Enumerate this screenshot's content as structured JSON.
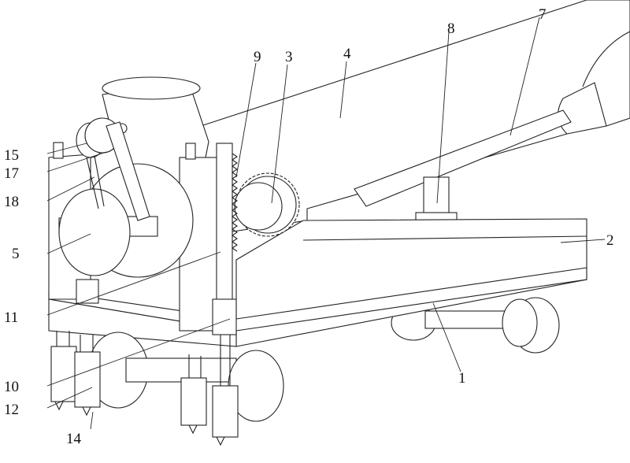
{
  "figure": {
    "labels": {
      "l1": "1",
      "l2": "2",
      "l3": "3",
      "l4": "4",
      "l5": "5",
      "l7": "7",
      "l8": "8",
      "l9": "9",
      "l10": "10",
      "l11": "11",
      "l12": "12",
      "l14": "14",
      "l15": "15",
      "l17": "17",
      "l18": "18"
    }
  }
}
